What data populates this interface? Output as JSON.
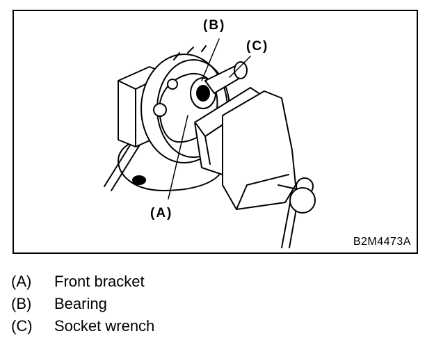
{
  "figure": {
    "code": "B2M4473A",
    "callouts": {
      "a": "(A)",
      "b": "(B)",
      "c": "(C)"
    }
  },
  "legend": [
    {
      "key": "(A)",
      "text": "Front bracket"
    },
    {
      "key": "(B)",
      "text": "Bearing"
    },
    {
      "key": "(C)",
      "text": "Socket wrench"
    }
  ]
}
